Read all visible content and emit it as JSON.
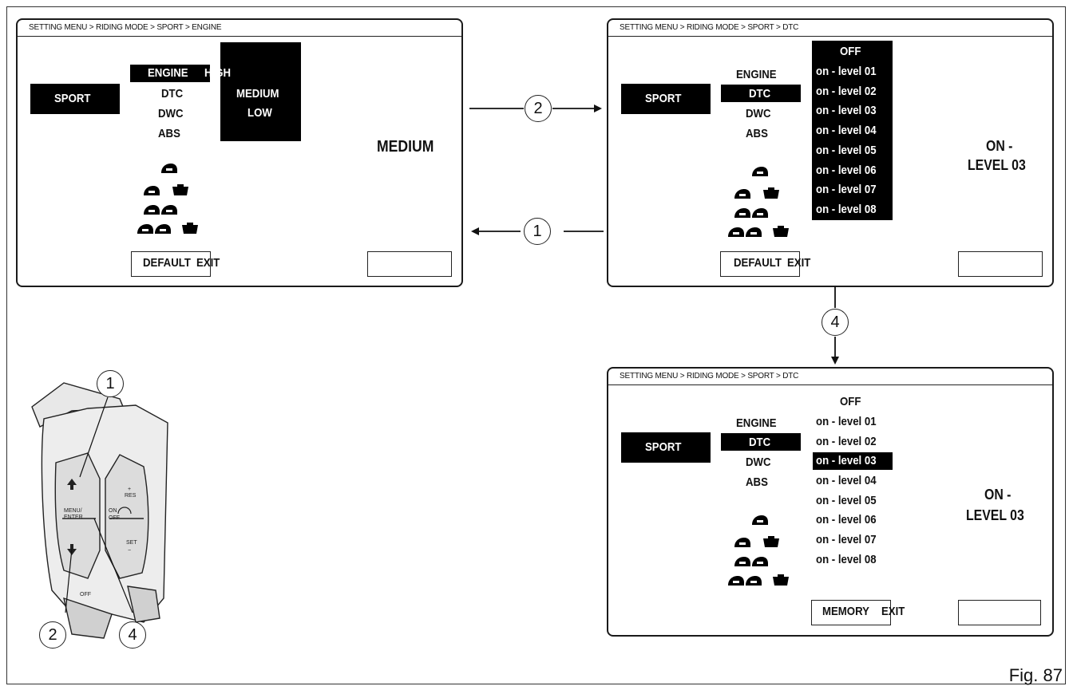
{
  "figure_label": "Fig. 87",
  "panel_engine": {
    "breadcrumb": "SETTING MENU > RIDING MODE > SPORT > ENGINE",
    "mode": "SPORT",
    "menu": [
      "ENGINE",
      "DTC",
      "DWC",
      "ABS"
    ],
    "engine_option_high": "HIGH",
    "options": [
      "MEDIUM",
      "LOW"
    ],
    "value": "MEDIUM",
    "button_default": "DEFAULT",
    "button_exit": "EXIT"
  },
  "panel_dtc": {
    "breadcrumb": "SETTING MENU > RIDING MODE > SPORT > DTC",
    "mode": "SPORT",
    "menu": [
      "ENGINE",
      "DTC",
      "DWC",
      "ABS"
    ],
    "levels": [
      "OFF",
      "on - level 01",
      "on - level 02",
      "on - level 03",
      "on - level 04",
      "on - level 05",
      "on - level 06",
      "on - level 07",
      "on - level 08"
    ],
    "value_line1": "ON -",
    "value_line2": "LEVEL 03",
    "button_default": "DEFAULT",
    "button_exit": "EXIT"
  },
  "panel_dtc_memory": {
    "breadcrumb": "SETTING MENU > RIDING MODE > SPORT > DTC",
    "mode": "SPORT",
    "menu": [
      "ENGINE",
      "DTC",
      "DWC",
      "ABS"
    ],
    "levels": [
      "OFF",
      "on - level 01",
      "on - level 02",
      "on - level 03",
      "on - level 04",
      "on - level 05",
      "on - level 06",
      "on - level 07",
      "on - level 08"
    ],
    "value_line1": "ON -",
    "value_line2": "LEVEL 03",
    "button_memory": "MEMORY",
    "button_exit": "EXIT"
  },
  "arrows": {
    "forward": "2",
    "back": "1",
    "down": "4"
  },
  "handlebar": {
    "callouts": [
      "1",
      "2",
      "4"
    ],
    "menu_label": "MENU/\nENTER",
    "res_label": "+\nRES",
    "set_label": "SET\n−",
    "onoff_label": "ON\nOFF",
    "off_label": "OFF"
  },
  "colors": {
    "ink": "#111111",
    "paper": "#ffffff"
  },
  "icons": [
    "helmet-icon",
    "luggage-icon"
  ]
}
